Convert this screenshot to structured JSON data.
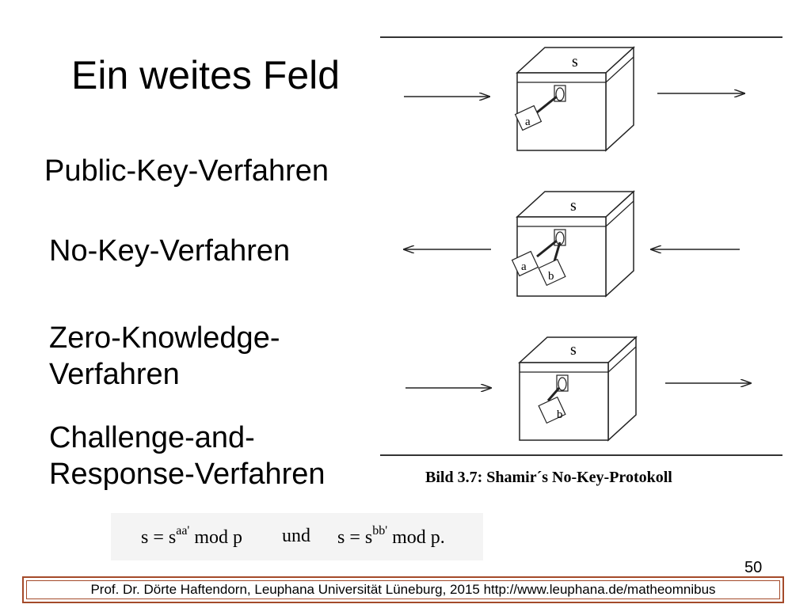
{
  "slide": {
    "title": "Ein weites Feld",
    "items": {
      "public_key": "Public-Key-Verfahren",
      "no_key": "No-Key-Verfahren",
      "zero_knowledge_line1": "Zero-Knowledge-",
      "zero_knowledge_line2": "Verfahren",
      "challenge_line1": "Challenge-and-",
      "challenge_line2": "Response-Verfahren"
    }
  },
  "figure": {
    "box_label": "s",
    "lock_a": "a",
    "lock_b": "b",
    "caption": "Bild 3.7: Shamir´s No-Key-Protokoll"
  },
  "formula": {
    "left_base": "s = s",
    "left_exp": "aa'",
    "left_rest": " mod p",
    "connector": "und",
    "right_base": "s = s",
    "right_exp": "bb'",
    "right_rest": " mod p."
  },
  "page_number": "50",
  "footer": "Prof. Dr. Dörte Haftendorn, Leuphana Universität Lüneburg, 2015 http://www.leuphana.de/matheomnibus"
}
